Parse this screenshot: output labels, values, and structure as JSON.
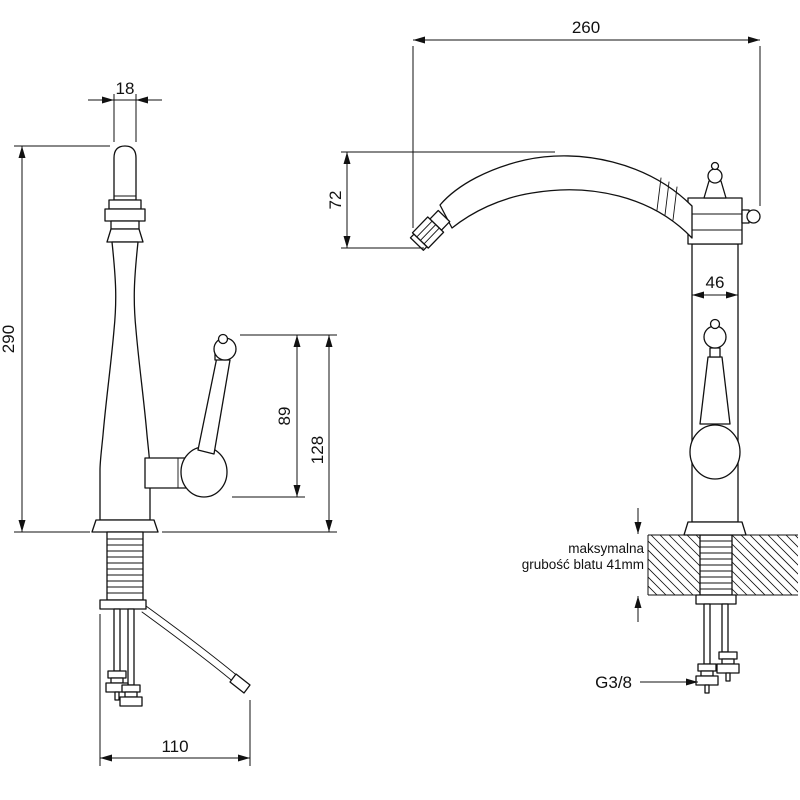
{
  "page": {
    "background": "#ffffff",
    "line_color": "#111111"
  },
  "front_view": {
    "dim_spout_width": "18",
    "dim_total_height": "290",
    "dim_handle_to_pivot": "89",
    "dim_handle_height": "128",
    "dim_hose_length": "110"
  },
  "side_view": {
    "dim_spout_reach": "260",
    "dim_spout_drop": "72",
    "dim_body_width": "46",
    "counter_note_line1": "maksymalna",
    "counter_note_line2": "grubość blatu 41mm",
    "thread_size": "G3/8"
  }
}
